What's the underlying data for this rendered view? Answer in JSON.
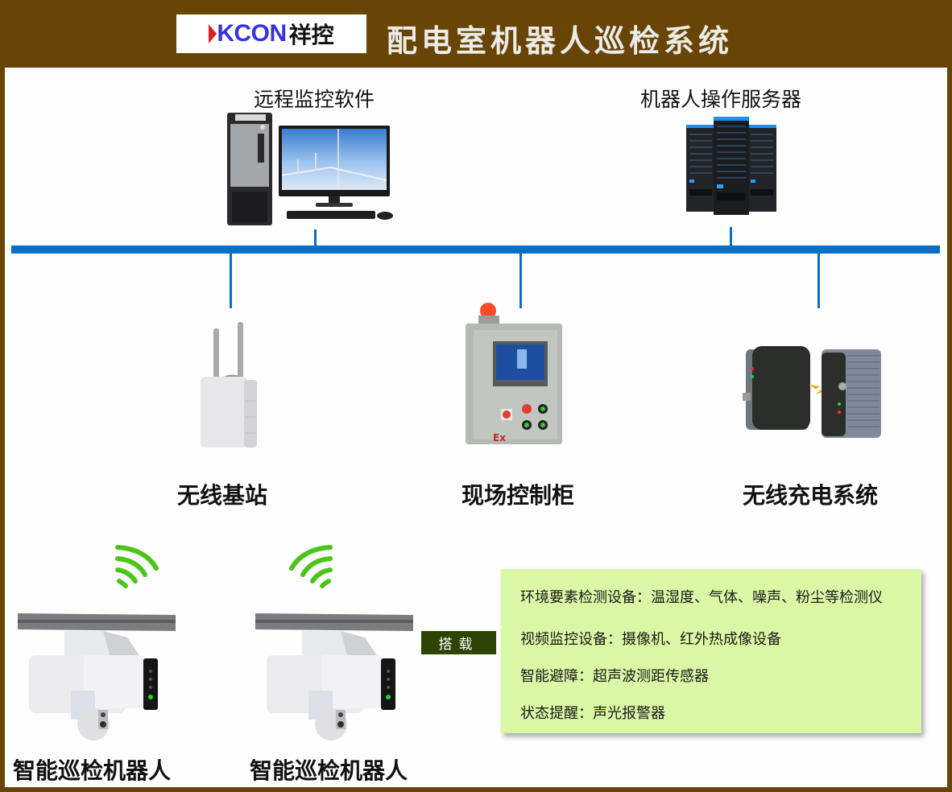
{
  "header": {
    "logo_brand": "KCON",
    "logo_cn": "祥控",
    "title": "配电室机器人巡检系统"
  },
  "top_nodes": [
    {
      "label": "远程监控软件",
      "icon": "desktop-computer-icon"
    },
    {
      "label": "机器人操作服务器",
      "icon": "server-rack-icon"
    }
  ],
  "mid_nodes": [
    {
      "label": "无线基站",
      "icon": "wireless-base-station-icon"
    },
    {
      "label": "现场控制柜",
      "icon": "control-cabinet-icon"
    },
    {
      "label": "无线充电系统",
      "icon": "wireless-charger-icon"
    }
  ],
  "robots": [
    {
      "label": "智能巡检机器人",
      "icon": "inspection-robot-icon"
    },
    {
      "label": "智能巡检机器人",
      "icon": "inspection-robot-icon"
    }
  ],
  "load_badge": "搭载",
  "equipment_panel": {
    "items": [
      "环境要素检测设备：温湿度、气体、噪声、粉尘等检测仪",
      "视频监控设备：摄像机、红外热成像设备",
      "智能避障：超声波测距传感器",
      "状态提醒：声光报警器"
    ]
  },
  "colors": {
    "frame": "#684507",
    "bus": "#0a6ec2",
    "panel": "#daf7a5",
    "badge": "#2d4404",
    "wifi": "#4cc41a"
  }
}
